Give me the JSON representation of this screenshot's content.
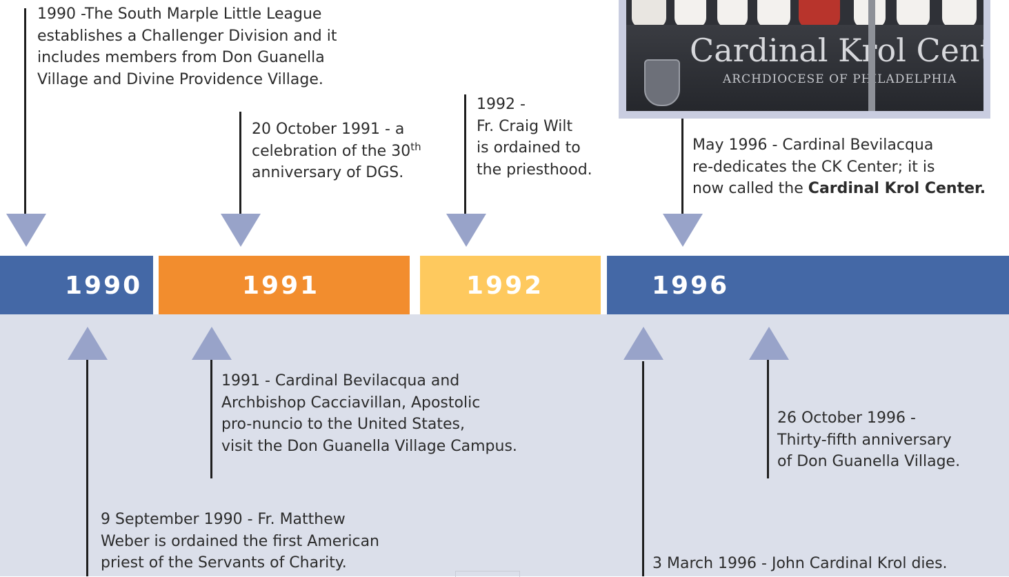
{
  "years": [
    "1990",
    "1991",
    "1992",
    "1996"
  ],
  "colors": {
    "band_1990": "#4468a6",
    "band_1991": "#f28d2e",
    "band_1992": "#fec95e",
    "band_1996": "#4468a6",
    "arrow": "#98a3c9",
    "lower_bg": "#dbdfea"
  },
  "photo": {
    "sign_title": "Cardinal Krol Center",
    "sign_subtitle": "ARCHDIOCESE OF PHILADELPHIA"
  },
  "events_top": {
    "e1990": [
      "1990 -The South Marple Little League",
      "establishes a Challenger Division and it",
      "includes members from Don Guanella",
      "Village and Divine Providence Village."
    ],
    "e1991": {
      "line1": "20 October 1991 - a",
      "line2_pre": "celebration of the 30",
      "line2_sup": "th",
      "line3": "anniversary of DGS."
    },
    "e1992": [
      "1992 -",
      "Fr. Craig Wilt",
      "is ordained to",
      "the priesthood."
    ],
    "e1996": {
      "line1": "May 1996 - Cardinal Bevilacqua",
      "line2": "re-dedicates the CK Center; it is",
      "line3_pre": "now called the ",
      "line3_bold": "Cardinal Krol Center."
    }
  },
  "events_bottom": {
    "e1991": [
      "1991 - Cardinal Bevilacqua and",
      "Archbishop Cacciavillan, Apostolic",
      "pro-nuncio to the United States,",
      "visit the Don Guanella Village Campus."
    ],
    "e1990": [
      "9 September 1990 - Fr. Matthew",
      "Weber is ordained the first American",
      "priest of the Servants of Charity."
    ],
    "e1996a": [
      "26 October 1996 -",
      "Thirty-fifth anniversary",
      "of Don Guanella Village."
    ],
    "e1996b": [
      "3 March 1996 - John Cardinal Krol dies."
    ]
  }
}
